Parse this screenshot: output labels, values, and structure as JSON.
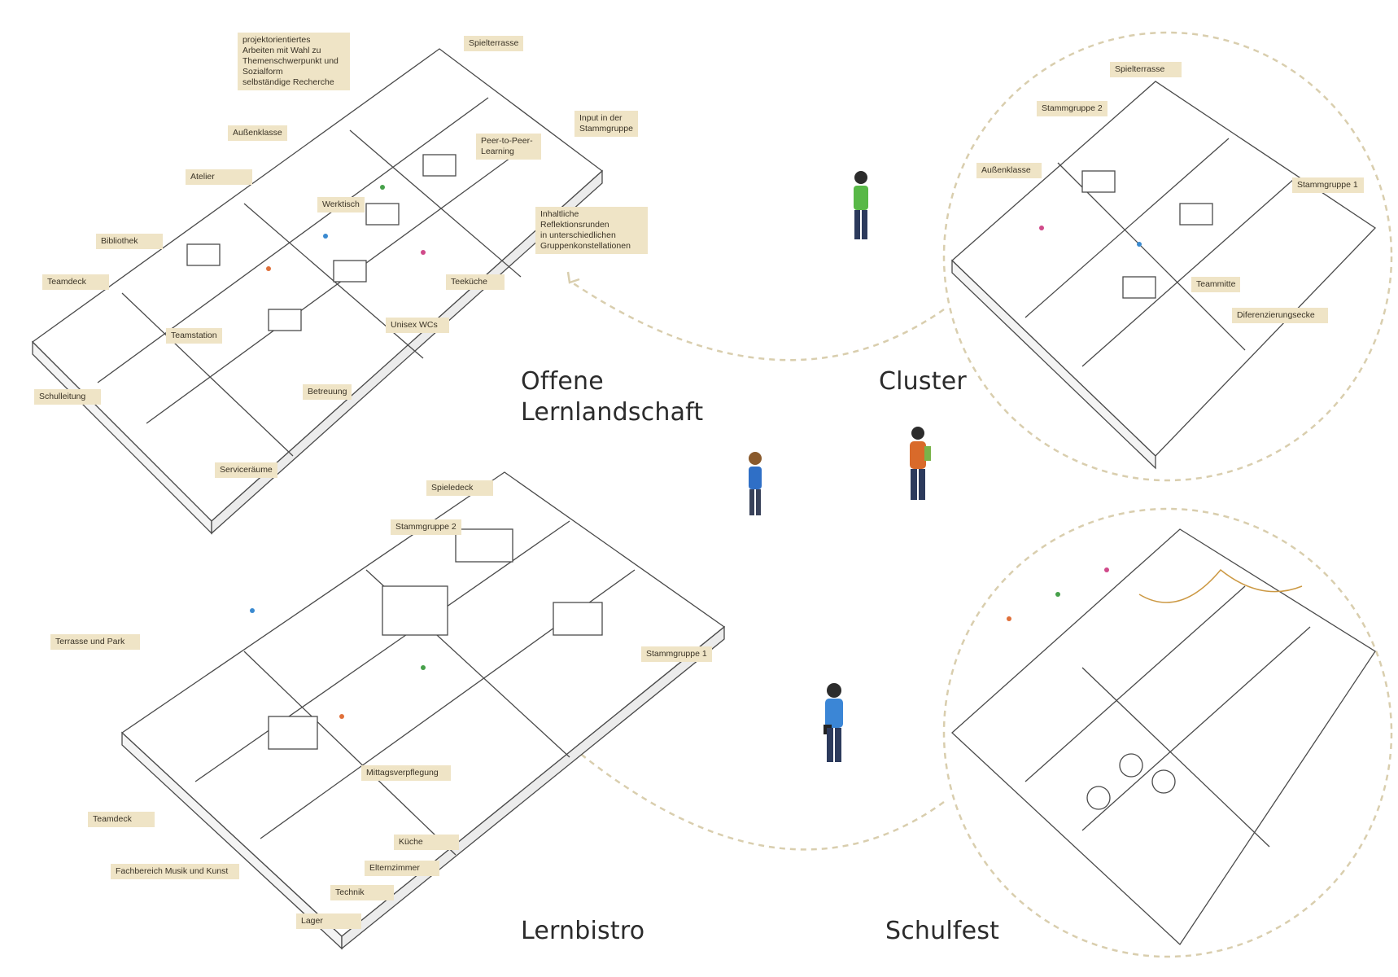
{
  "colors": {
    "label_bg": "#efe4c6",
    "dashed": "#d9ceae",
    "line": "#555555"
  },
  "scenarios": {
    "offene": "Offene\nLernlandschaft",
    "cluster": "Cluster",
    "lernbistro": "Lernbistro",
    "schulfest": "Schulfest"
  },
  "labels": {
    "projekt": "projektorientiertes\nArbeiten mit Wahl zu\nThemenschwerpunkt und\nSozialform\nselbständige Recherche",
    "spielterrasse_a": "Spielterrasse",
    "aussenklasse_a": "Außenklasse",
    "input": "Input in der\nStammgruppe",
    "peer": "Peer-to-Peer-\nLearning",
    "atelier": "Atelier",
    "werktisch": "Werktisch",
    "reflektion": "Inhaltliche Reflektionsrunden\nin unterschiedlichen\nGruppenkonstellationen",
    "bibliothek": "Bibliothek",
    "teamdeck_a": "Teamdeck",
    "teekueche": "Teeküche",
    "unisex": "Unisex WCs",
    "teamstation": "Teamstation",
    "schulleitung": "Schulleitung",
    "betreuung": "Betreuung",
    "serviceraeume": "Serviceräume",
    "spielterrasse_b": "Spielterrasse",
    "stammgruppe2_b": "Stammgruppe 2",
    "aussenklasse_b": "Außenklasse",
    "stammgruppe1_b": "Stammgruppe 1",
    "teammitte": "Teammitte",
    "differenzierung": "Diferenzierungsecke",
    "spieledeck": "Spieledeck",
    "stammgruppe2_c": "Stammgruppe 2",
    "terrasse": "Terrasse und Park",
    "stammgruppe1_c": "Stammgruppe 1",
    "mittag": "Mittagsverpflegung",
    "teamdeck_c": "Teamdeck",
    "kueche": "Küche",
    "elternzimmer": "Elternzimmer",
    "musik": "Fachbereich Musik und Kunst",
    "technik": "Technik",
    "lager": "Lager"
  }
}
